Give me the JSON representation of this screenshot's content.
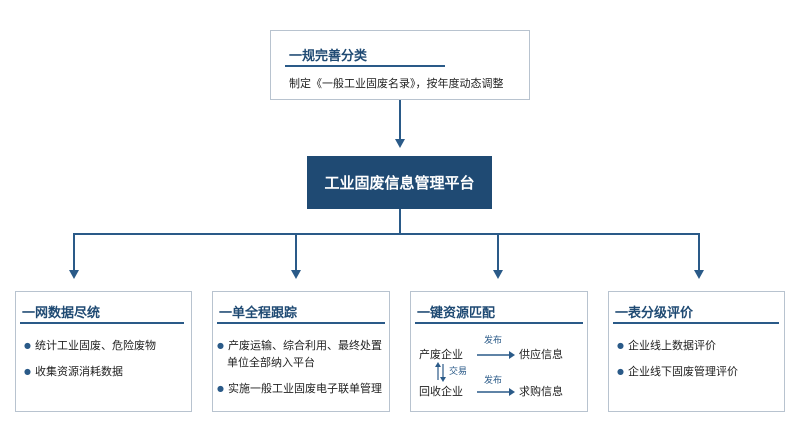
{
  "top": {
    "title": "一规完善分类",
    "text": "制定《一般工业固废名录》，按年度动态调整"
  },
  "platform": {
    "title": "工业固废信息管理平台"
  },
  "boxes": [
    {
      "title": "一网数据尽统",
      "items": [
        "统计工业固废、危险废物",
        "收集资源消耗数据"
      ]
    },
    {
      "title": "一单全程跟踪",
      "items": [
        "产废运输、综合利用、最终处置",
        "单位全部纳入平台",
        "实施一般工业固废电子联单管理"
      ]
    },
    {
      "title": "一键资源匹配",
      "flow": {
        "producer": "产废企业",
        "recycler": "回收企业",
        "publish1": "发布",
        "publish2": "发布",
        "supply": "供应信息",
        "demand": "求购信息",
        "trade": "交易"
      }
    },
    {
      "title": "一表分级评价",
      "items": [
        "企业线上数据评价",
        "企业线下固废管理评价"
      ]
    }
  ],
  "colors": {
    "primary": "#1f4a73",
    "accent": "#2a5a88",
    "border": "#b8c3cf"
  }
}
